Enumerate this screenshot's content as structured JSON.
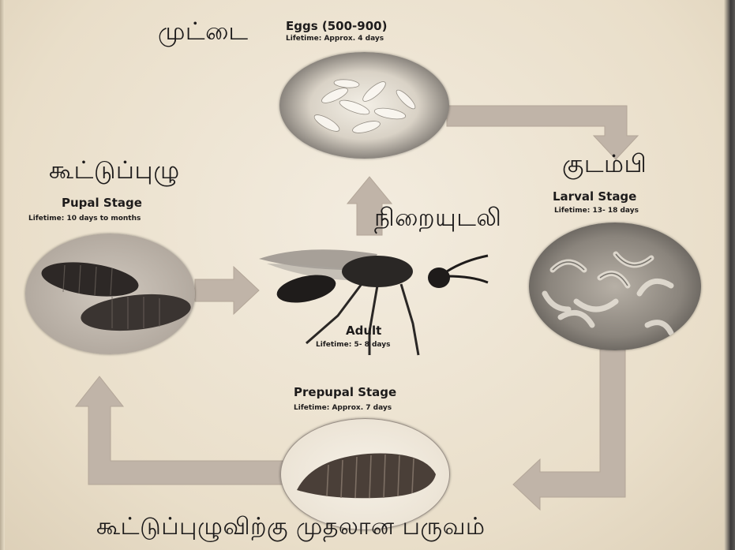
{
  "stages": {
    "eggs": {
      "tamil": "முட்டை",
      "label": "Eggs (500-900)",
      "lifetime": "Lifetime: Approx. 4 days"
    },
    "larval": {
      "tamil": "குடம்பி",
      "label": "Larval Stage",
      "lifetime": "Lifetime: 13- 18 days"
    },
    "pupal": {
      "tamil": "கூட்டுப்புழு",
      "label": "Pupal Stage",
      "lifetime": "Lifetime: 10 days to months"
    },
    "adult": {
      "tamil": "நிறையுடலி",
      "label": "Adult",
      "lifetime": "Lifetime: 5- 8 days"
    },
    "prepupal": {
      "tamil": "கூட்டுப்புழுவிற்கு முதலான பருவம்",
      "label": "Prepupal Stage",
      "lifetime": "Lifetime: Approx. 7 days"
    }
  },
  "colors": {
    "arrow": "#c0b4a8",
    "text": "#1d1b1b",
    "paper": "#efe6d4"
  }
}
